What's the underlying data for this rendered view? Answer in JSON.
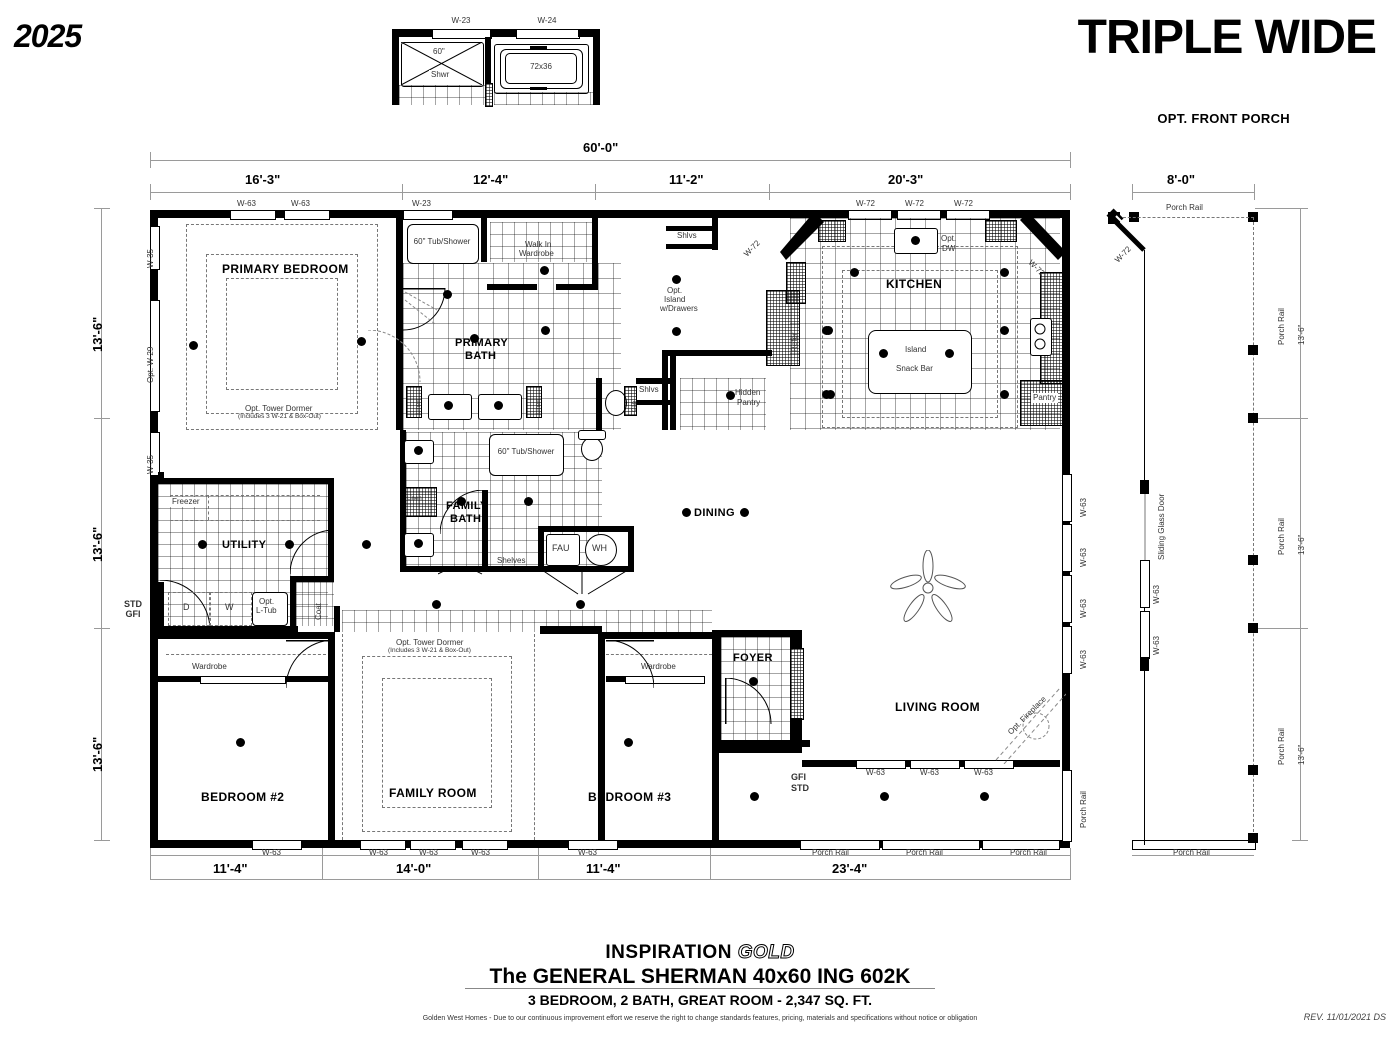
{
  "header": {
    "year": "2025",
    "title": "TRIPLE WIDE",
    "porch_note": "OPT. FRONT PORCH",
    "revision": "REV. 11/01/2021 DS"
  },
  "footer": {
    "brand": "INSPIRATION",
    "brand_suffix": "GOLD",
    "model": "The GENERAL SHERMAN   40x60   ING 602K",
    "spec": "3 BEDROOM, 2 BATH, GREAT ROOM - 2,347 SQ. FT.",
    "disclaimer": "Golden West Homes - Due to our continuous improvement effort we reserve the right to change standards features, pricing, materials and specifications without notice or obligation"
  },
  "detail_inset": {
    "window_left": "W-23",
    "window_right": "W-24",
    "shower_size": "60\"",
    "shower_label": "Shwr",
    "tub_label": "72x36"
  },
  "dimensions": {
    "overall_width": "60'-0\"",
    "top": [
      "16'-3\"",
      "12'-4\"",
      "11'-2\"",
      "20'-3\""
    ],
    "porch_width": "8'-0\"",
    "bottom": [
      "11'-4\"",
      "14'-0\"",
      "11'-4\"",
      "23'-4\""
    ],
    "left": [
      "13'-6\"",
      "13'-6\"",
      "13'-6\""
    ],
    "right": [
      "13'-6\"",
      "13'-6\"",
      "13'-6\""
    ]
  },
  "rooms": [
    {
      "name": "PRIMARY BEDROOM"
    },
    {
      "name": "PRIMARY BATH"
    },
    {
      "name": "KITCHEN"
    },
    {
      "name": "DINING"
    },
    {
      "name": "UTILITY"
    },
    {
      "name": "FAMILY BATH"
    },
    {
      "name": "FOYER"
    },
    {
      "name": "LIVING ROOM"
    },
    {
      "name": "BEDROOM #2"
    },
    {
      "name": "FAMILY ROOM"
    },
    {
      "name": "BEDROOM #3"
    }
  ],
  "room_labels": {
    "primary_bedroom": "PRIMARY BEDROOM",
    "primary_bath_l1": "PRIMARY",
    "primary_bath_l2": "BATH",
    "kitchen": "KITCHEN",
    "dining": "DINING",
    "utility": "UTILITY",
    "family_bath_l1": "FAMILY",
    "family_bath_l2": "BATH",
    "foyer": "FOYER",
    "living_room": "LIVING ROOM",
    "bedroom2": "BEDROOM #2",
    "family_room": "FAMILY ROOM",
    "bedroom3": "BEDROOM #3"
  },
  "features": {
    "tower_dormer": "Opt. Tower Dormer",
    "tower_dormer_note": "(Includes 3 W-21 & Box-Out)",
    "tub_shower_60": "60\" Tub/Shower",
    "walk_in_wardrobe_l1": "Walk In",
    "walk_in_wardrobe_l2": "Wardrobe",
    "wardrobe": "Wardrobe",
    "linen": "Linen",
    "shlvs": "Shlvs",
    "shelves": "Shelves",
    "cab": "Cab",
    "opt_island_l1": "Opt.",
    "opt_island_l2": "Island",
    "opt_island_l3": "w/Drawers",
    "hidden_pantry_l1": "Hidden",
    "hidden_pantry_l2": "Pantry",
    "pantry": "Pantry",
    "refer": "Refer",
    "island": "Island",
    "snack_bar": "Snack Bar",
    "opt_dw_l1": "Opt.",
    "opt_dw_l2": "DW",
    "freezer": "Freezer",
    "dryer": "D",
    "washer": "W",
    "opt_ltub_l1": "Opt.",
    "opt_ltub_l2": "L-Tub",
    "coat": "Coat",
    "fau": "FAU",
    "wh": "WH",
    "opt_fireplace": "Opt. Fireplace",
    "sliding_glass_door": "Sliding Glass Door",
    "porch_rail": "Porch Rail",
    "gfi": "GFI",
    "std": "STD"
  },
  "windows": {
    "w63": "W-63",
    "w72": "W-72",
    "w35": "W-35",
    "w23": "W-23",
    "w24": "W-24",
    "opt_w29": "Opt. W-29"
  },
  "colors": {
    "ink": "#000000",
    "dim_line": "#9a9a9a",
    "label": "#333333"
  }
}
